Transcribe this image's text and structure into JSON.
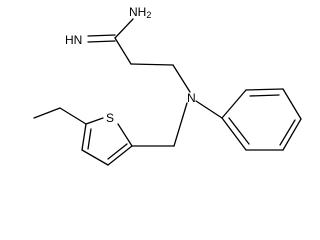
{
  "molecule": {
    "atoms": {
      "amidine_amino": "NH",
      "amidine_amino_subscript": "2",
      "amidine_imino": "HN",
      "tertiary_amine": "N",
      "thiophene_sulfur": "S"
    }
  },
  "colors": {
    "bond": "#000000",
    "label": "#000000",
    "background": "#ffffff"
  }
}
